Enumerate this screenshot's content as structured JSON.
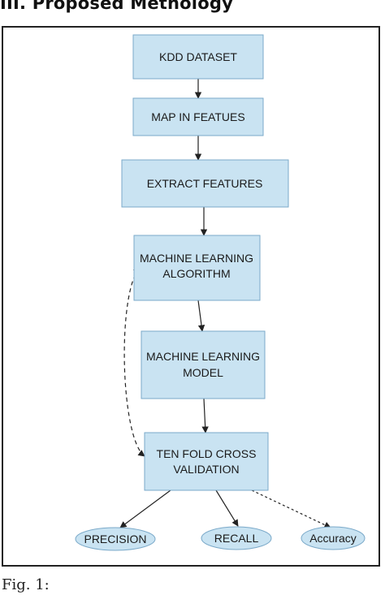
{
  "heading": "III. Proposed Methology",
  "caption": "Fig. 1:",
  "colors": {
    "node_fill": "#c9e3f2",
    "node_stroke": "#7aa9c9",
    "edge": "#222222"
  },
  "diagram": {
    "nodes": {
      "kdd": {
        "lines": [
          "KDD DATASET"
        ]
      },
      "map": {
        "lines": [
          "MAP IN FEATUES"
        ]
      },
      "extract": {
        "lines": [
          "EXTRACT FEATURES"
        ]
      },
      "mla": {
        "lines": [
          "MACHINE LEARNING",
          "ALGORITHM"
        ]
      },
      "mlm": {
        "lines": [
          "MACHINE LEARNING",
          "MODEL"
        ]
      },
      "tfcv": {
        "lines": [
          "TEN FOLD CROSS",
          "VALIDATION"
        ]
      },
      "precision": {
        "lines": [
          "PRECISION"
        ]
      },
      "recall": {
        "lines": [
          "RECALL"
        ]
      },
      "accuracy": {
        "lines": [
          "Accuracy"
        ]
      }
    }
  }
}
